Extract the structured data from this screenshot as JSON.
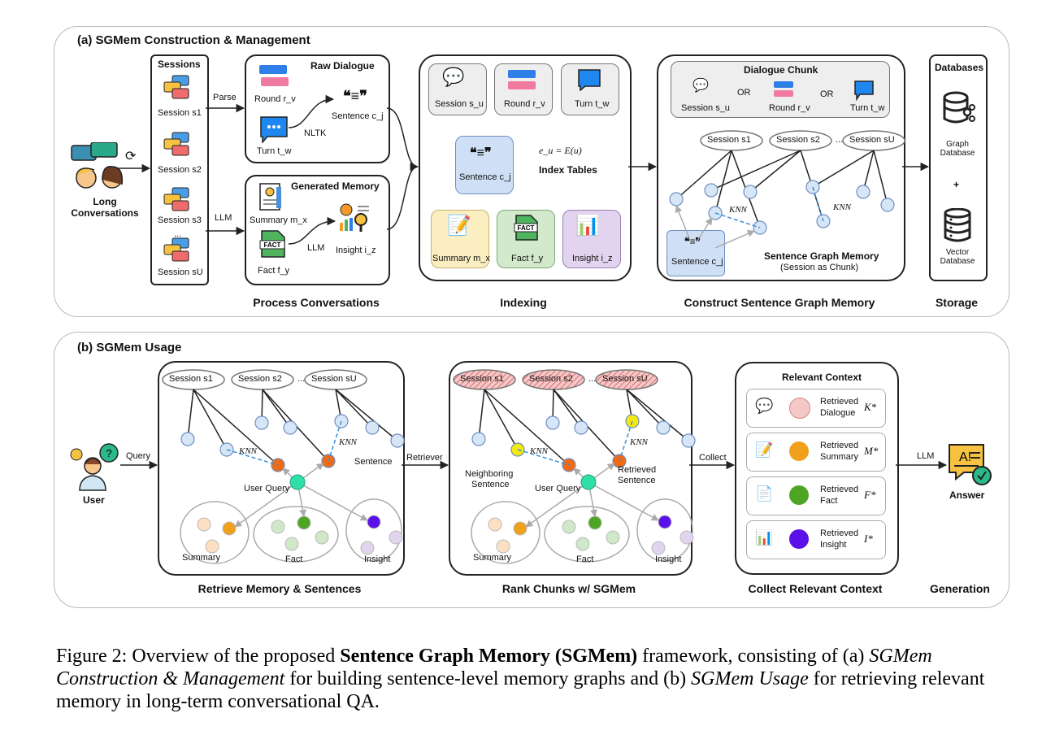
{
  "panel_a": {
    "title": "(a) SGMem Construction & Management",
    "input": {
      "label_line1": "Long",
      "label_line2": "Conversations"
    },
    "sessions": {
      "header": "Sessions",
      "items": [
        "Session s1",
        "Session s2",
        "Session s3",
        "...",
        "Session sU"
      ]
    },
    "edge_labels": {
      "parse": "Parse",
      "llm": "LLM",
      "nltk": "NLTK",
      "llm2": "LLM"
    },
    "raw_dialogue": {
      "title": "Raw Dialogue",
      "round": "Round r_v",
      "turn": "Turn t_w",
      "sentence": "Sentence c_j"
    },
    "generated_memory": {
      "title": "Generated Memory",
      "summary": "Summary m_x",
      "fact": "Fact f_y",
      "insight": "Insight i_z"
    },
    "indexing": {
      "session": "Session s_u",
      "round": "Round r_v",
      "turn": "Turn t_w",
      "sentence": "Sentence c_j",
      "formula": "e_u = E(u)",
      "index_tables": "Index Tables",
      "summary": "Summary m_x",
      "fact": "Fact f_y",
      "insight": "Insight i_z"
    },
    "graph": {
      "chunk_title": "Dialogue Chunk",
      "chunk_session": "Session s_u",
      "or1": "OR",
      "chunk_round": "Round r_v",
      "or2": "OR",
      "chunk_turn": "Turn t_w",
      "nodes": [
        "Session s1",
        "Session s2",
        "Session sU"
      ],
      "ellipsis": "...",
      "knn1": "KNN",
      "knn2": "KNN",
      "sentence": "Sentence c_j",
      "memory_title": "Sentence Graph Memory",
      "memory_subtitle": "(Session as Chunk)"
    },
    "storage": {
      "header": "Databases",
      "graph_db_line1": "Graph",
      "graph_db_line2": "Database",
      "plus": "+",
      "vector_db_line1": "Vector",
      "vector_db_line2": "Database"
    },
    "stages": {
      "process": "Process Conversations",
      "indexing": "Indexing",
      "construct": "Construct Sentence Graph Memory",
      "storage": "Storage"
    }
  },
  "panel_b": {
    "title": "(b) SGMem Usage",
    "user": "User",
    "query": "Query",
    "retriever": "Retriever",
    "collect": "Collect",
    "llm": "LLM",
    "answer": "Answer",
    "retrieve_box": {
      "sessions": [
        "Session s1",
        "Session s2",
        "Session sU"
      ],
      "ellipsis": "...",
      "knn1": "KNN",
      "knn2": "KNN",
      "sentence": "Sentence",
      "user_query": "User Query",
      "summary": "Summary",
      "fact": "Fact",
      "insight": "Insight"
    },
    "rank_box": {
      "sessions": [
        "Session s1",
        "Session s2",
        "Session sU"
      ],
      "ellipsis": "...",
      "knn1": "KNN",
      "knn2": "KNN",
      "neighboring": [
        "Neighboring",
        "Sentence"
      ],
      "retrieved": [
        "Retrieved",
        "Sentence"
      ],
      "user_query": "User Query",
      "summary": "Summary",
      "fact": "Fact",
      "insight": "Insight"
    },
    "context": {
      "title": "Relevant Context",
      "rows": [
        {
          "line1": "Retrieved",
          "line2": "Dialogue",
          "symbol": "K*",
          "color": "#e8a0a0"
        },
        {
          "line1": "Retrieved",
          "line2": "Summary",
          "symbol": "M*",
          "color": "#f0a01a"
        },
        {
          "line1": "Retrieved",
          "line2": "Fact",
          "symbol": "F*",
          "color": "#4ea524"
        },
        {
          "line1": "Retrieved",
          "line2": "Insight",
          "symbol": "I*",
          "color": "#5a10e8"
        }
      ]
    },
    "stages": {
      "retrieve": "Retrieve Memory & Sentences",
      "rank": "Rank Chunks w/ SGMem",
      "collect": "Collect Relevant Context",
      "generation": "Generation"
    }
  },
  "colors": {
    "sentence_node": "#d6e6f7",
    "query_node": "#2ee0a8",
    "retrieved_node": "#f06a14",
    "neighbor_node": "#f5ea10",
    "summary": "#f0a01a",
    "fact": "#4ea524",
    "insight": "#5a10e8",
    "knn": "#3a8fd8"
  },
  "caption": {
    "prefix": "Figure 2: Overview of the proposed ",
    "bold": "Sentence Graph Memory (SGMem)",
    "mid1": " framework, consisting of (a) ",
    "ital1": "SGMem Construction & Management",
    "mid2": " for building sentence-level memory graphs and (b) ",
    "ital2": "SGMem Usage",
    "suffix": " for retrieving relevant memory in long-term conversational QA."
  }
}
